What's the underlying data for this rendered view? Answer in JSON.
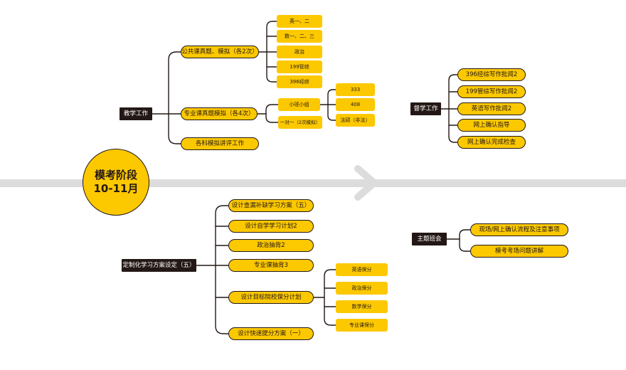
{
  "colors": {
    "accent": "#fcc800",
    "dark": "#231815",
    "band": "#dcdcdc"
  },
  "center": {
    "line1": "模考阶段",
    "line2": "10-11月"
  },
  "teaching": {
    "label": "教学工作",
    "public": {
      "label": "公共课真题、模拟（各2次）",
      "items": [
        "英一、二",
        "数一、二、三",
        "政治",
        "199管综",
        "396经综"
      ]
    },
    "major": {
      "label": "专业课真题模拟（各4次）",
      "small_group": {
        "label": "小班小组",
        "items": [
          "333",
          "408",
          "法硕（非法）"
        ]
      },
      "one_on_one": "一对一（2次模拟）"
    },
    "review": "各科模拟讲评工作"
  },
  "supervise": {
    "label": "督学工作",
    "items": [
      "396经综写作批阅2",
      "199管综写作批阅2",
      "英语写作批阅2",
      "网上确认指导",
      "网上确认完成检查"
    ]
  },
  "custom": {
    "label": "定制化学习方案设定（五）",
    "items": [
      "设计查漏补缺学习方案（五）",
      "设计自学学习计划2",
      "政治抽背2",
      "专业课抽背3"
    ],
    "target": {
      "label": "设计目标院校保分计划",
      "items": [
        "英语保分",
        "政治保分",
        "数学保分",
        "专业课保分"
      ]
    },
    "fast": "设计快速提分方案（一）"
  },
  "class_meeting": {
    "label": "主题班会",
    "items": [
      "现场/网上确认流程及注意事项",
      "模考考场问题讲解"
    ]
  }
}
